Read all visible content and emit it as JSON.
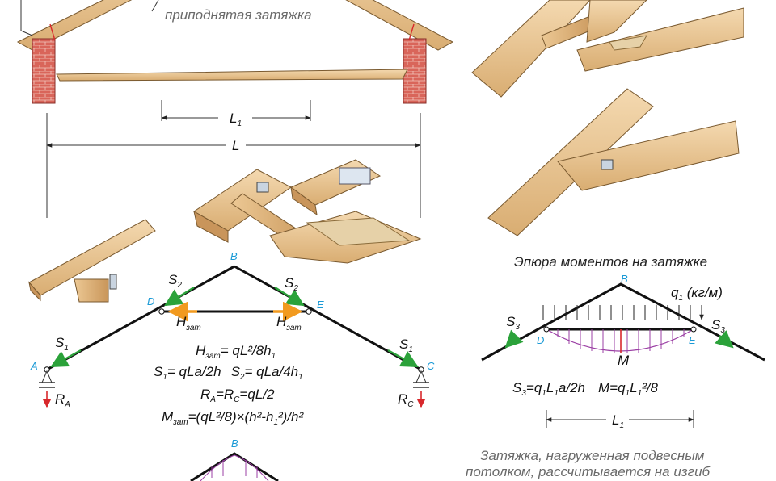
{
  "header": {
    "raised_tie_label": "приподнятая затяжка"
  },
  "dimensions": {
    "l1": "L",
    "l1_sub": "1",
    "l": "L"
  },
  "truss": {
    "nodes": {
      "a": "A",
      "b": "B",
      "c": "C",
      "d": "D",
      "e": "E"
    },
    "forces": {
      "s": "S",
      "s1_sub": "1",
      "s2_sub": "2",
      "h": "H",
      "h_sub": "зат",
      "r": "R",
      "ra_sub": "A",
      "rc_sub": "C"
    },
    "formulas": {
      "f1_main": "H",
      "f1_sub": "зат",
      "f1_rest": "= qL²/8h",
      "f1_end": "1",
      "f2_a": "S",
      "f2_a_sub": "1",
      "f2_a_rest": "= qLa/2h",
      "f2_b": "S",
      "f2_b_sub": "2",
      "f2_b_rest": "= qLa/4h",
      "f2_b_end": "1",
      "f3_a": "R",
      "f3_a_sub": "A",
      "f3_b": "=R",
      "f3_b_sub": "C",
      "f3_rest": "=qL/2",
      "f4_main": "M",
      "f4_sub": "зат",
      "f4_rest": "=(qL²/8)×(h²-h",
      "f4_sub2": "1",
      "f4_end": "²)/h²"
    }
  },
  "moment_diagram": {
    "title": "Эпюра моментов на затяжке",
    "node_b": "B",
    "node_d": "D",
    "node_e": "E",
    "load": "q",
    "load_sub": "1",
    "load_unit": " (кг/м)",
    "s3": "S",
    "s3_sub": "3",
    "m": "M",
    "formula_a": "S",
    "formula_a_sub": "3",
    "formula_a_rest": "=q",
    "formula_a_sub2": "1",
    "formula_a_rest2": "L",
    "formula_a_sub3": "1",
    "formula_a_end": "a/2h",
    "formula_b": "M=q",
    "formula_b_sub": "1",
    "formula_b_rest": "L",
    "formula_b_sub2": "1",
    "formula_b_end": "²/8",
    "dim": "L",
    "dim_sub": "1"
  },
  "caption": {
    "line1": "Затяжка, нагруженная подвесным",
    "line2": "потолком, рассчитывается на изгиб"
  },
  "bottom_partial": {
    "node_b": "B"
  }
}
